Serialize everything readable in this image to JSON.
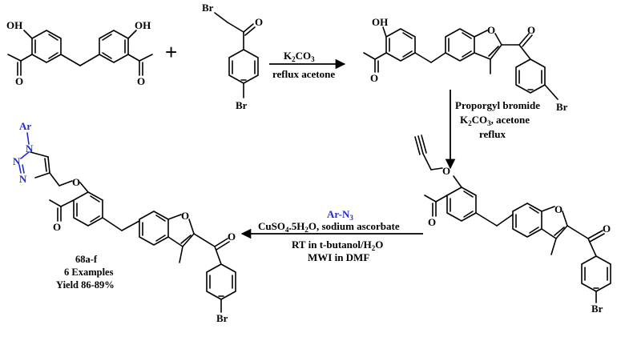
{
  "atoms": {
    "OH": "OH",
    "O": "O",
    "Br": "Br",
    "Ar": "Ar",
    "N": "N"
  },
  "conditions": {
    "step1_reagent_main": "K",
    "step1_reagent_sub": "2",
    "step1_reagent_tail": "CO",
    "step1_reagent_sub2": "3",
    "step1_solvent": "reflux acetone",
    "step2_line1": "Proporgyl bromide",
    "step2_line2_main": "K",
    "step2_line2_sub": "2",
    "step2_line2_mid": "CO",
    "step2_line2_sub2": "3",
    "step2_line2_tail": ", acetone",
    "step2_line3": "reflux",
    "step3_reagent_main": "Ar-N",
    "step3_reagent_sub": "3",
    "step3_line2_main": "CuSO",
    "step3_line2_sub": "4",
    "step3_line2_mid": ".5H",
    "step3_line2_sub2": "2",
    "step3_line2_tail": "O, sodium ascorbate",
    "step3_line3_main": "RT in t-butanol/H",
    "step3_line3_sub": "2",
    "step3_line3_tail": "O",
    "step3_line4": "MWI in DMF"
  },
  "product": {
    "code": "68a-f",
    "examples": "6 Examples",
    "yield": "Yield 86-89%"
  },
  "plus_sign": "+",
  "colors": {
    "ink": "#000000",
    "highlight": "#1f2bd6"
  }
}
